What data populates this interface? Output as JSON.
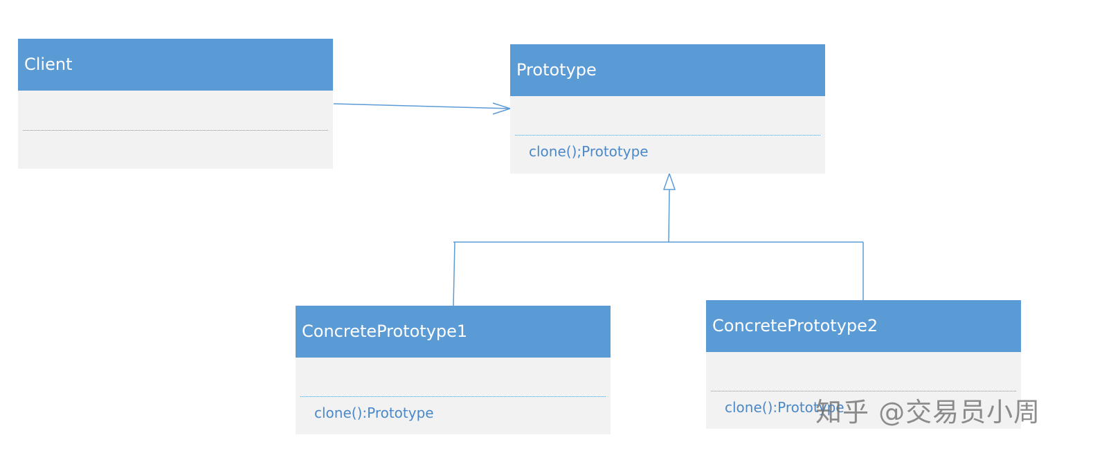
{
  "diagram": {
    "classes": {
      "client": {
        "name": "Client",
        "operation": ""
      },
      "prototype": {
        "name": "Prototype",
        "operation": "clone();Prototype"
      },
      "concrete_prototype_1": {
        "name": "ConcretePrototype1",
        "operation": "clone():Prototype"
      },
      "concrete_prototype_2": {
        "name": "ConcretePrototype2",
        "operation": "clone():Prototype"
      }
    },
    "relationships": [
      {
        "type": "association",
        "from": "Client",
        "to": "Prototype"
      },
      {
        "type": "generalization",
        "from": "ConcretePrototype1",
        "to": "Prototype"
      },
      {
        "type": "generalization",
        "from": "ConcretePrototype2",
        "to": "Prototype"
      }
    ],
    "colors": {
      "header": "#5b9bd5",
      "body": "#f2f2f2",
      "line": "#5b9bd5",
      "operation_text": "#4a88c7"
    }
  },
  "watermark": {
    "text": "知乎 @交易员小周"
  }
}
